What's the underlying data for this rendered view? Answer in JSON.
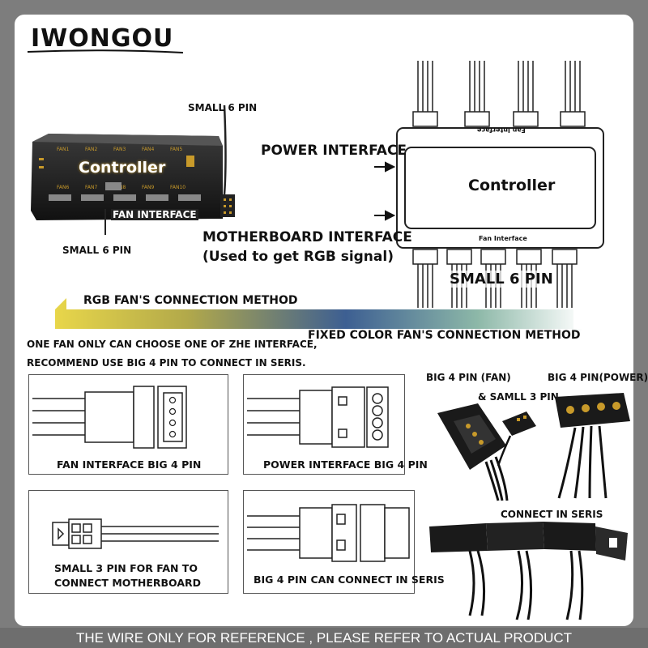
{
  "brand": "IWONGOU",
  "top_left": {
    "device_label": "Controller",
    "fan_interface_label": "FAN INTERFACE",
    "small_6pin_top": "SMALL 6 PIN",
    "small_6pin_bottom": "SMALL 6 PIN"
  },
  "top_right": {
    "power_interface": "POWER INTERFACE",
    "motherboard_interface": "MOTHERBOARD INTERFACE",
    "motherboard_note": "(Used to get RGB signal)",
    "controller_label": "Controller",
    "fan_interface_top": "Fan Interface",
    "fan_interface_bottom": "Fan Interface",
    "small_6pin": "SMALL 6 PIN"
  },
  "banner": {
    "rgb_method": "RGB FAN'S CONNECTION METHOD",
    "fixed_method": "FIXED COLOR FAN'S CONNECTION METHOD"
  },
  "note": {
    "line1": "ONE FAN ONLY CAN CHOOSE ONE OF ZHE INTERFACE,",
    "line2": "RECOMMEND USE BIG 4 PIN TO CONNECT IN SERIS."
  },
  "diagrams": {
    "fan_big4": "FAN INTERFACE BIG 4 PIN",
    "power_big4": "POWER INTERFACE BIG 4 PIN",
    "small3": {
      "line1": "SMALL 3 PIN FOR FAN TO",
      "line2": "CONNECT MOTHERBOARD"
    },
    "seris": "BIG 4 PIN CAN CONNECT IN SERIS"
  },
  "photos": {
    "big4_fan": "BIG 4 PIN (FAN)",
    "small3": "& SAMLL 3 PIN",
    "big4_power": "BIG 4 PIN(POWER)",
    "connect_seris": "CONNECT IN SERIS"
  },
  "footer": "THE WIRE ONLY FOR REFERENCE , PLEASE REFER TO ACTUAL PRODUCT",
  "colors": {
    "frame": "#7d7d7d",
    "gradient_start": "#e8d64a",
    "gradient_mid": "#3d5f92",
    "gradient_end": "#ffffff"
  }
}
